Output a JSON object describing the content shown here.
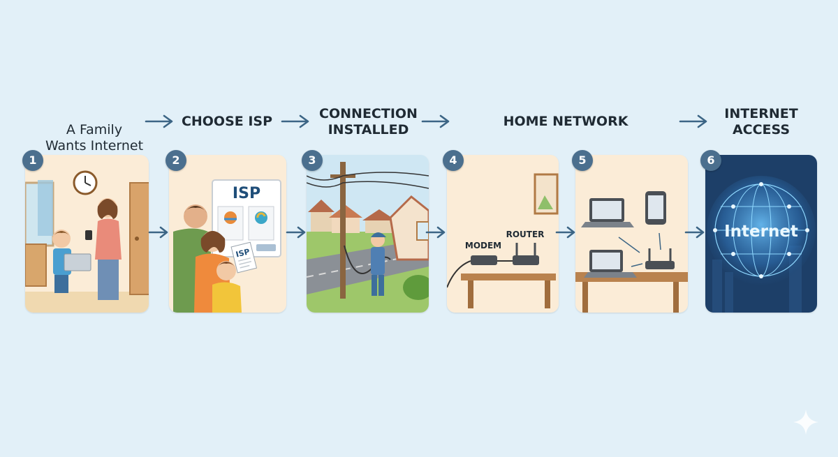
{
  "steps": [
    {
      "number": "1",
      "title": "A Family\nWants Internet"
    },
    {
      "number": "2",
      "title": "CHOOSE ISP"
    },
    {
      "number": "3",
      "title": "CONNECTION\nINSTALLED"
    },
    {
      "number": "4",
      "title": "HOME NETWORK"
    },
    {
      "number": "5",
      "title": ""
    },
    {
      "number": "6",
      "title": "INTERNET\nACCESS"
    }
  ],
  "illustrations": {
    "isp_sign": "ISP",
    "isp_flyer": "ISP",
    "modem_label": "MODEM",
    "router_label": "ROUTER",
    "internet_label": "Internet"
  },
  "colors": {
    "background": "#e2f0f8",
    "arrow": "#3c6585",
    "badge": "#4b6f8e",
    "panel_warm": "#fbecd7",
    "internet_glow": "#8fd8ff"
  }
}
